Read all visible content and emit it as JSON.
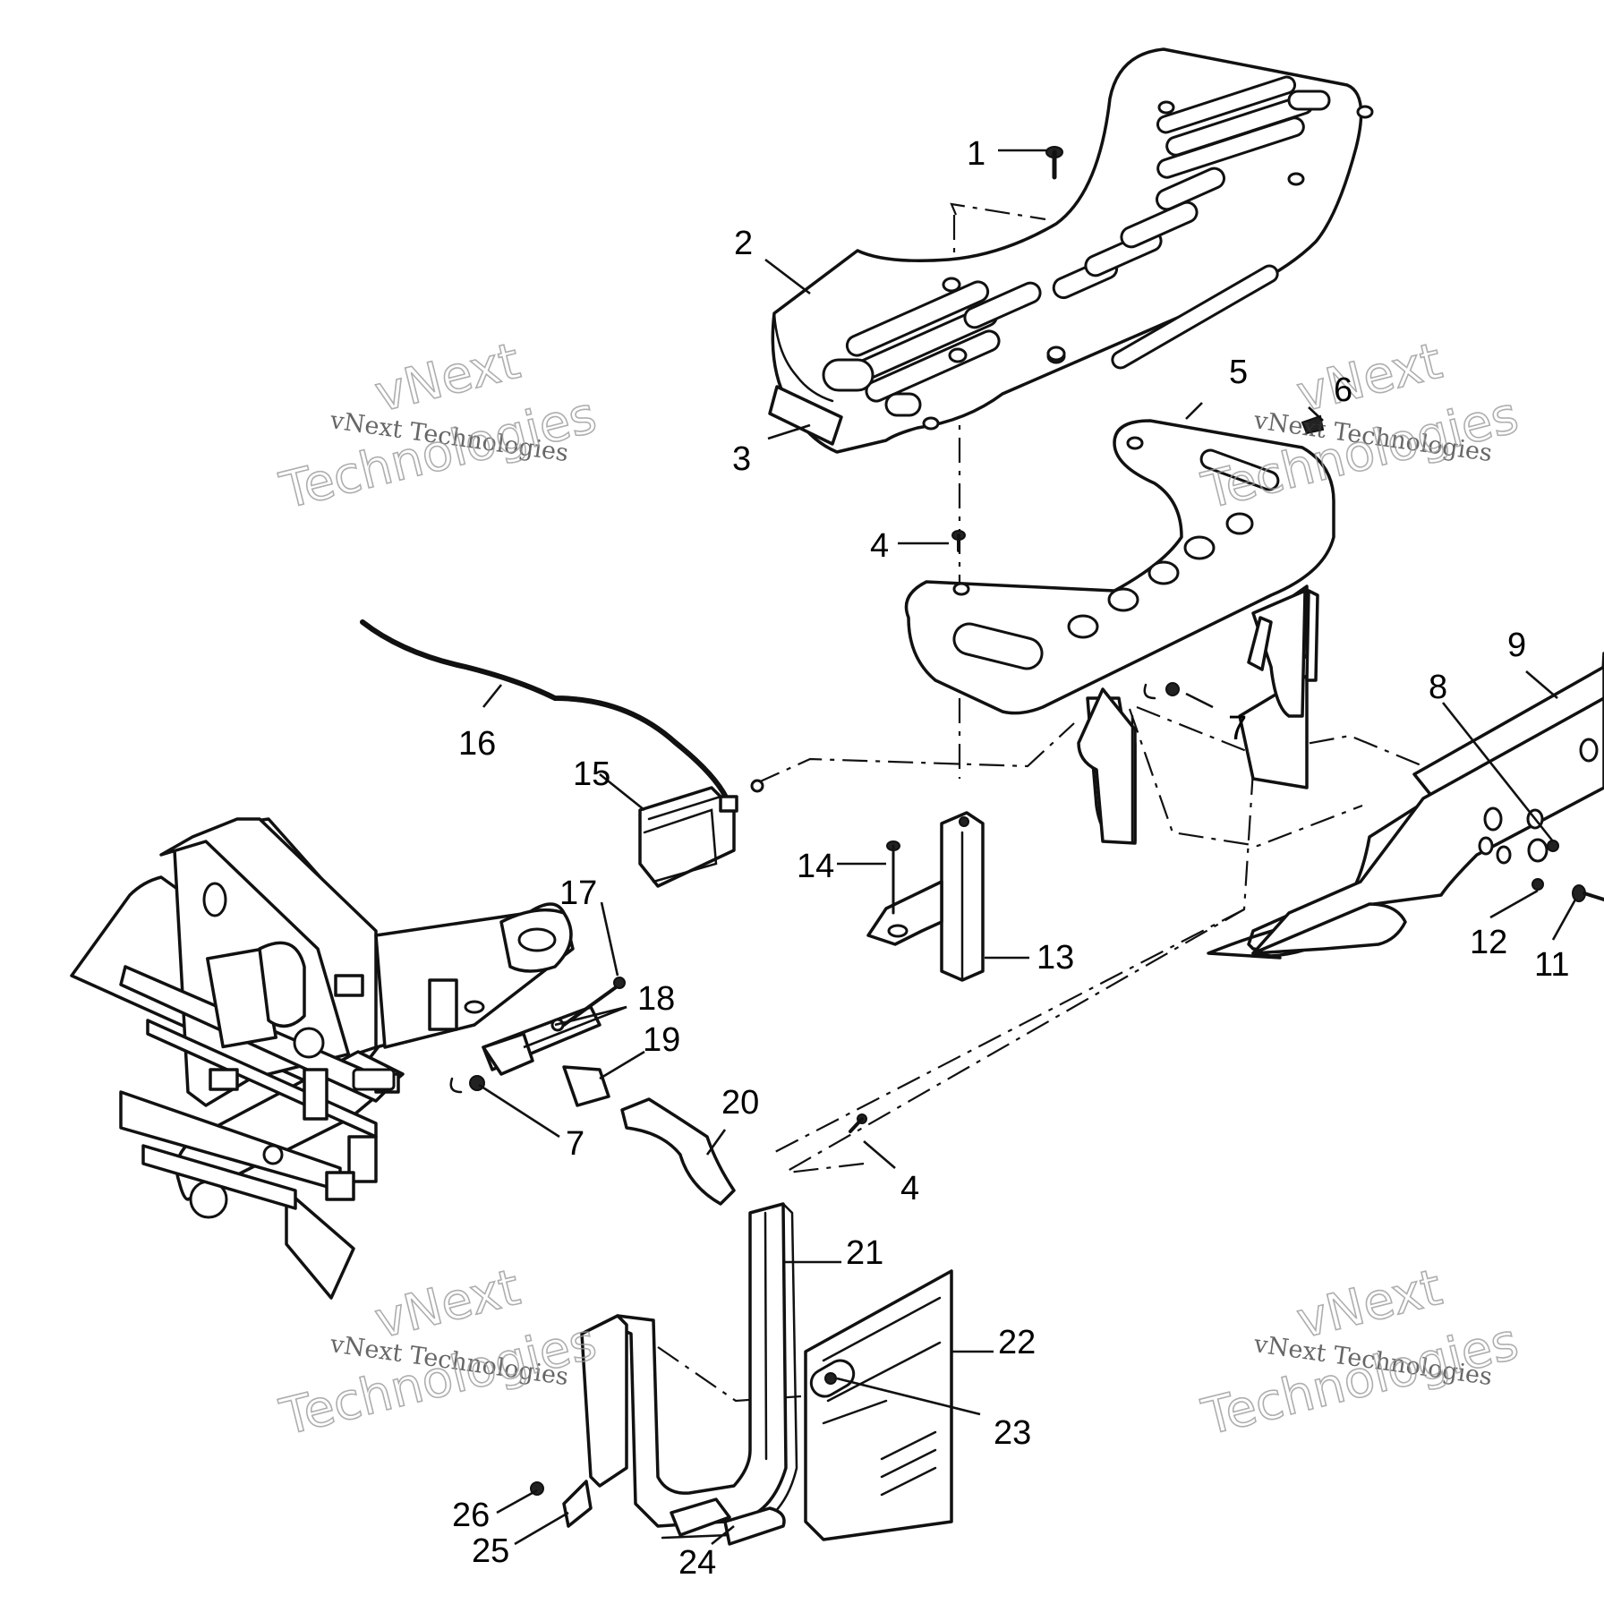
{
  "diagram": {
    "callouts": [
      {
        "id": "1",
        "label": "1"
      },
      {
        "id": "2",
        "label": "2"
      },
      {
        "id": "3",
        "label": "3"
      },
      {
        "id": "4a",
        "label": "4"
      },
      {
        "id": "4b",
        "label": "4"
      },
      {
        "id": "5",
        "label": "5"
      },
      {
        "id": "6",
        "label": "6"
      },
      {
        "id": "7a",
        "label": "7"
      },
      {
        "id": "7b",
        "label": "7"
      },
      {
        "id": "8",
        "label": "8"
      },
      {
        "id": "9",
        "label": "9"
      },
      {
        "id": "11",
        "label": "11"
      },
      {
        "id": "12",
        "label": "12"
      },
      {
        "id": "13",
        "label": "13"
      },
      {
        "id": "14",
        "label": "14"
      },
      {
        "id": "15",
        "label": "15"
      },
      {
        "id": "16",
        "label": "16"
      },
      {
        "id": "17",
        "label": "17"
      },
      {
        "id": "18",
        "label": "18"
      },
      {
        "id": "19",
        "label": "19"
      },
      {
        "id": "20",
        "label": "20"
      },
      {
        "id": "21",
        "label": "21"
      },
      {
        "id": "22",
        "label": "22"
      },
      {
        "id": "23",
        "label": "23"
      },
      {
        "id": "24",
        "label": "24"
      },
      {
        "id": "25",
        "label": "25"
      },
      {
        "id": "26",
        "label": "26"
      }
    ],
    "watermarks": {
      "small": "vNext Technologies",
      "big_line1": "vNext",
      "big_line2": "Technologies"
    }
  }
}
